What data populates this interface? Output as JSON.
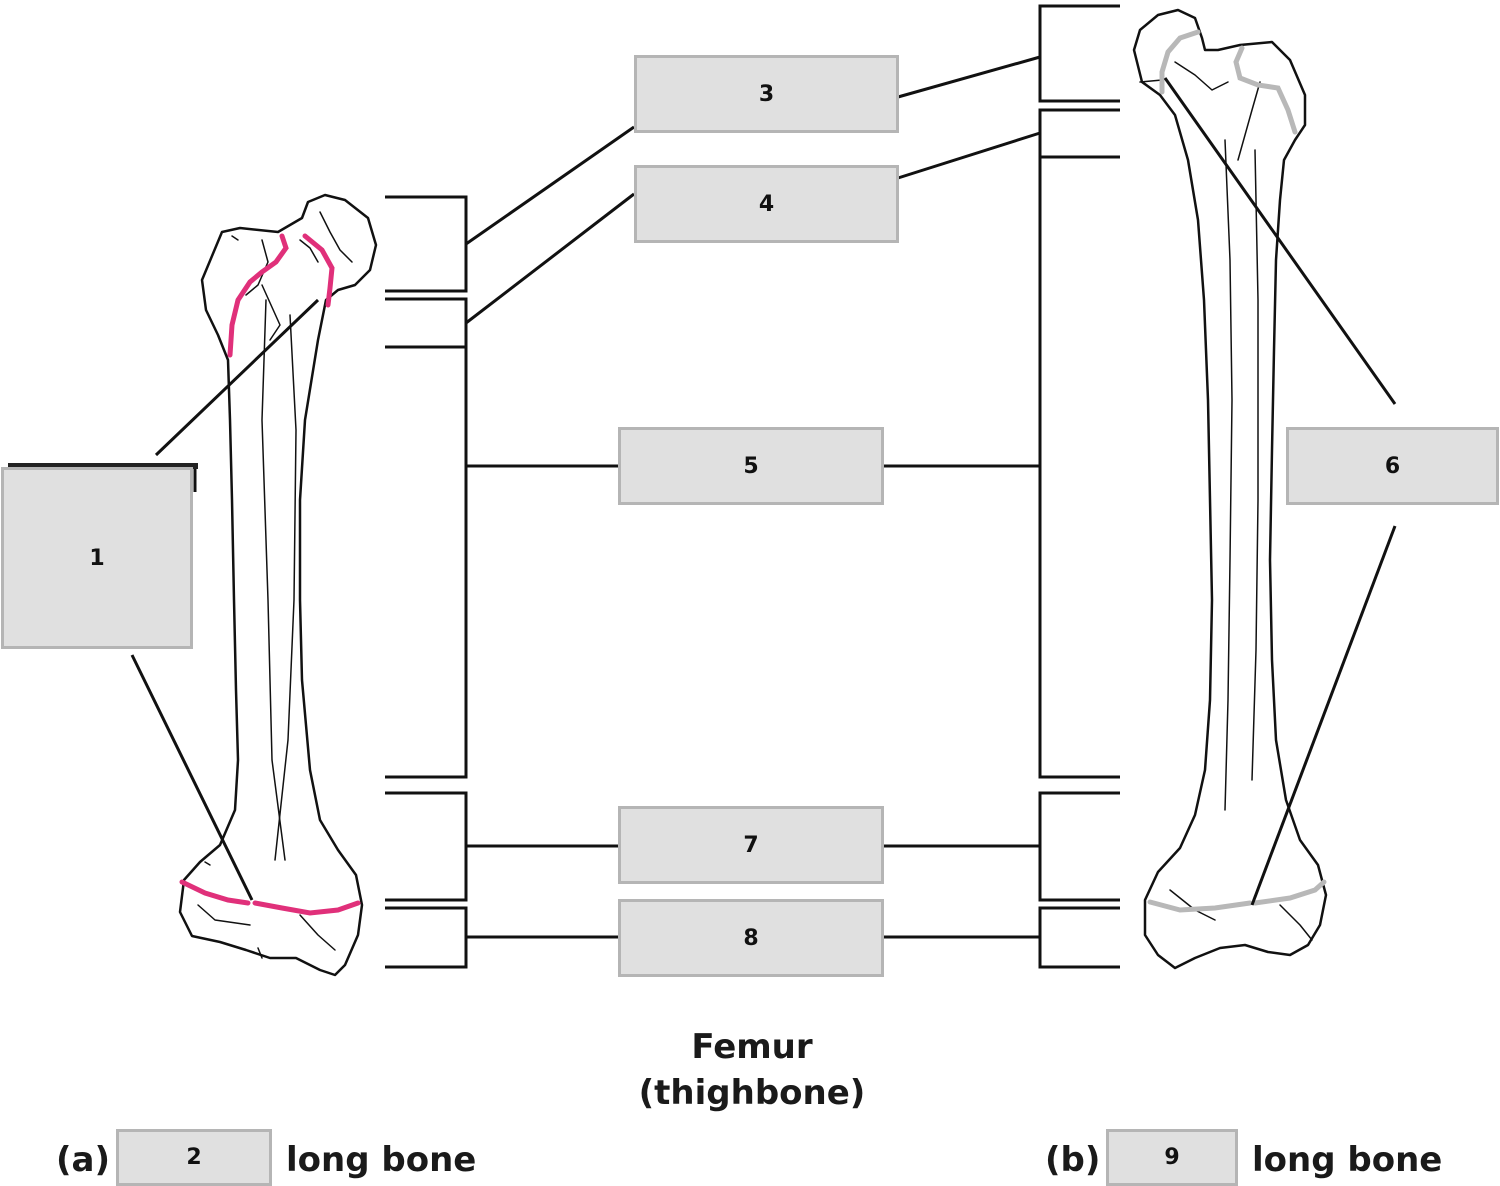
{
  "title": {
    "line1": "Femur",
    "line2": "(thighbone)"
  },
  "labels": {
    "box1": "1",
    "box2": "2",
    "box3": "3",
    "box4": "4",
    "box5": "5",
    "box6": "6",
    "box7": "7",
    "box8": "8",
    "box9": "9"
  },
  "captions": {
    "a_letter": "(a)",
    "a_text": "long bone",
    "b_letter": "(b)",
    "b_text": "long bone"
  },
  "colors": {
    "left_epiphyseal_line": "#e0307a",
    "right_epiphyseal_line": "#b8b8b8",
    "label_fill": "#e0e0e0",
    "label_border": "#b5b5b5",
    "line": "#111111"
  },
  "icons": [
    "femur-illustration",
    "bracket"
  ]
}
